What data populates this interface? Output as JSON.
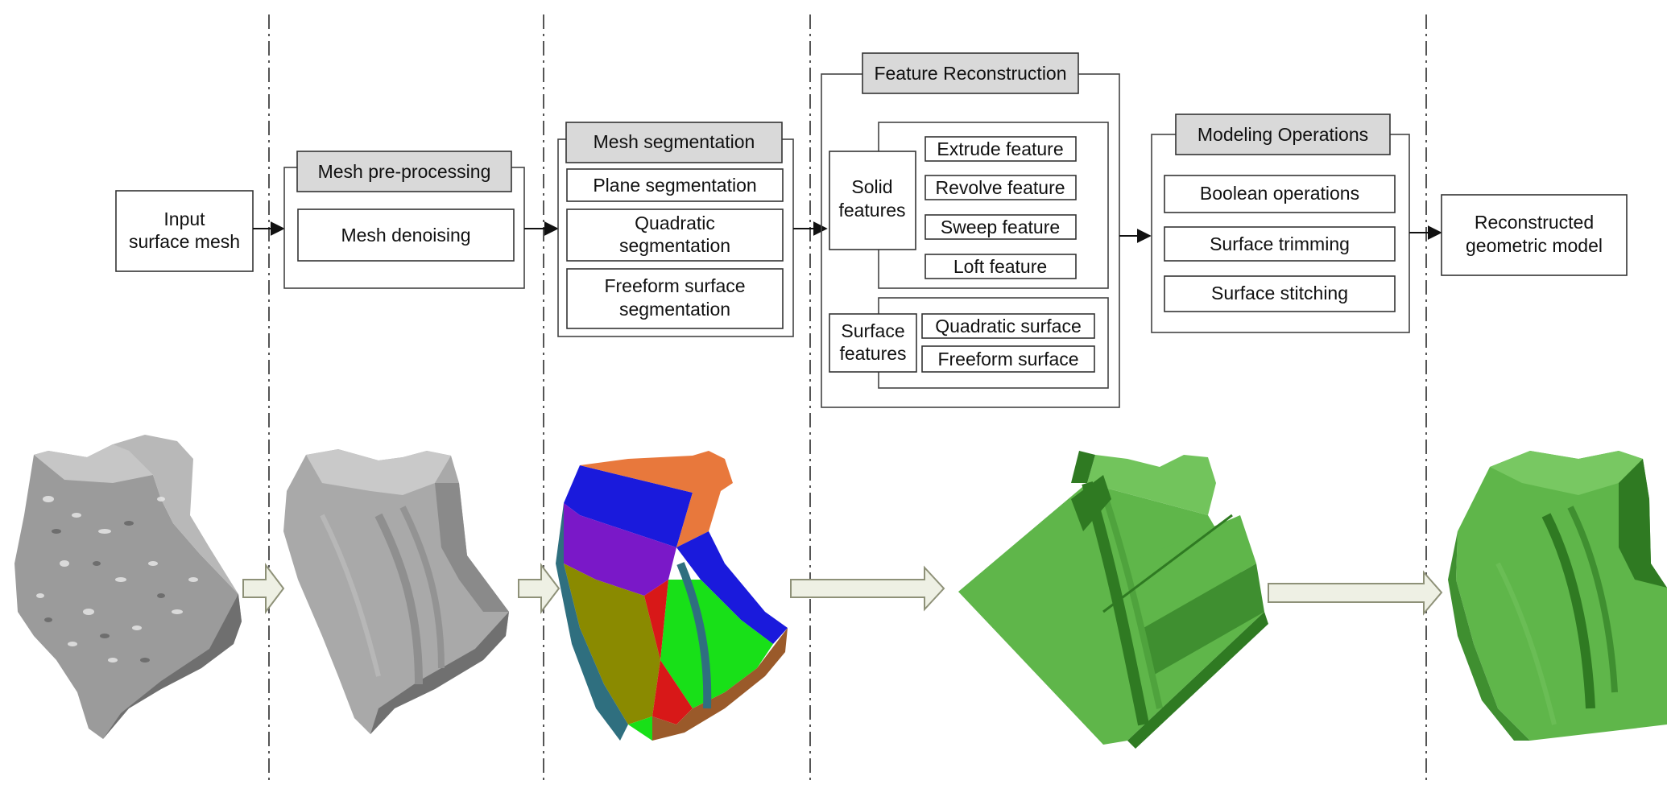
{
  "input": {
    "line1": "Input",
    "line2": "surface mesh"
  },
  "preprocessing": {
    "title": "Mesh pre-processing",
    "step": "Mesh denoising"
  },
  "segmentation": {
    "title": "Mesh segmentation",
    "plane": "Plane segmentation",
    "quadratic_line1": "Quadratic",
    "quadratic_line2": "segmentation",
    "freeform_line1": "Freeform surface",
    "freeform_line2": "segmentation"
  },
  "reconstruction": {
    "title": "Feature Reconstruction",
    "solid_line1": "Solid",
    "solid_line2": "features",
    "solid_items": [
      "Extrude feature",
      "Revolve feature",
      "Sweep feature",
      "Loft feature"
    ],
    "surface_line1": "Surface",
    "surface_line2": "features",
    "surface_items": [
      "Quadratic surface",
      "Freeform surface"
    ]
  },
  "modeling": {
    "title": "Modeling Operations",
    "items": [
      "Boolean operations",
      "Surface trimming",
      "Surface stitching"
    ]
  },
  "output": {
    "line1": "Reconstructed",
    "line2": "geometric model"
  },
  "colors": {
    "header_fill": "#d9d9d9",
    "noisy_mesh": "#9a9a9a",
    "denoised_mesh": "#a6a6a6",
    "seg_orange": "#e8783c",
    "seg_blue": "#1a1adc",
    "seg_purple": "#7a18c8",
    "seg_olive": "#8a8a00",
    "seg_green": "#18e018",
    "seg_red": "#d81818",
    "seg_brown": "#9a5a2a",
    "seg_teal": "#2f6f7f",
    "feature_green": "#5fb64a",
    "feature_dark_green": "#2f7a22",
    "arrow_fill": "#eef0e4"
  }
}
